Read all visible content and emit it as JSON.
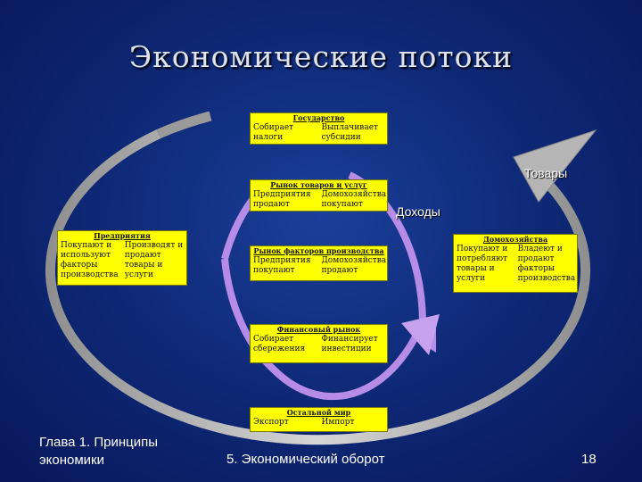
{
  "slide": {
    "title": "Экономические потоки",
    "footer_left": "Глава 1. Принципы экономики",
    "footer_center": "5. Экономический оборот",
    "page_number": "18"
  },
  "flows": {
    "outer_label": "Товары",
    "inner_label": "Доходы",
    "outer_color": "#a9a9a9",
    "inner_color": "#b68ce6"
  },
  "boxes": {
    "government": {
      "title": "Государство",
      "left": "Собирает налоги",
      "right": "Выплачивает субсидии"
    },
    "goods_market": {
      "title": "Рынок товаров и услуг",
      "left": "Предприятия продают",
      "right": "Домохозяйства покупают"
    },
    "enterprises": {
      "title": "Предприятия",
      "left": "Покупают и используют факторы производства",
      "right": "Производят и продают товары и услуги"
    },
    "factor_market": {
      "title": "Рынок факторов производства",
      "left": "Предприятия покупают",
      "right": "Домохозяйства продают"
    },
    "households": {
      "title": "Домохозяйства",
      "left": "Покупают и потребляют товары и услуги",
      "right": "Владеют и продают факторы производства"
    },
    "financial_market": {
      "title": "Финансовый рынок",
      "left": "Собирает сбережения",
      "right": "Финансирует инвестиции"
    },
    "rest_of_world": {
      "title": "Остальной мир",
      "left": "Экспорт",
      "right": "Импорт"
    }
  }
}
